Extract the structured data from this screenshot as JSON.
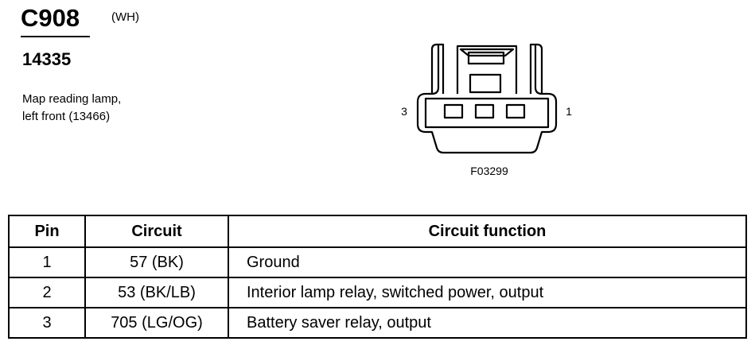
{
  "header": {
    "connector_id": "C908",
    "color_code": "(WH)",
    "part_number": "14335",
    "description_line1": "Map reading lamp,",
    "description_line2": "left front (13466)"
  },
  "connector_diagram": {
    "pin_left_label": "3",
    "pin_right_label": "1",
    "figure_id": "F03299"
  },
  "table": {
    "headers": {
      "pin": "Pin",
      "circuit": "Circuit",
      "function": "Circuit function"
    },
    "rows": [
      {
        "pin": "1",
        "circuit": "57 (BK)",
        "function": "Ground"
      },
      {
        "pin": "2",
        "circuit": "53 (BK/LB)",
        "function": "Interior lamp relay, switched power, output"
      },
      {
        "pin": "3",
        "circuit": "705 (LG/OG)",
        "function": "Battery saver relay, output"
      }
    ]
  }
}
